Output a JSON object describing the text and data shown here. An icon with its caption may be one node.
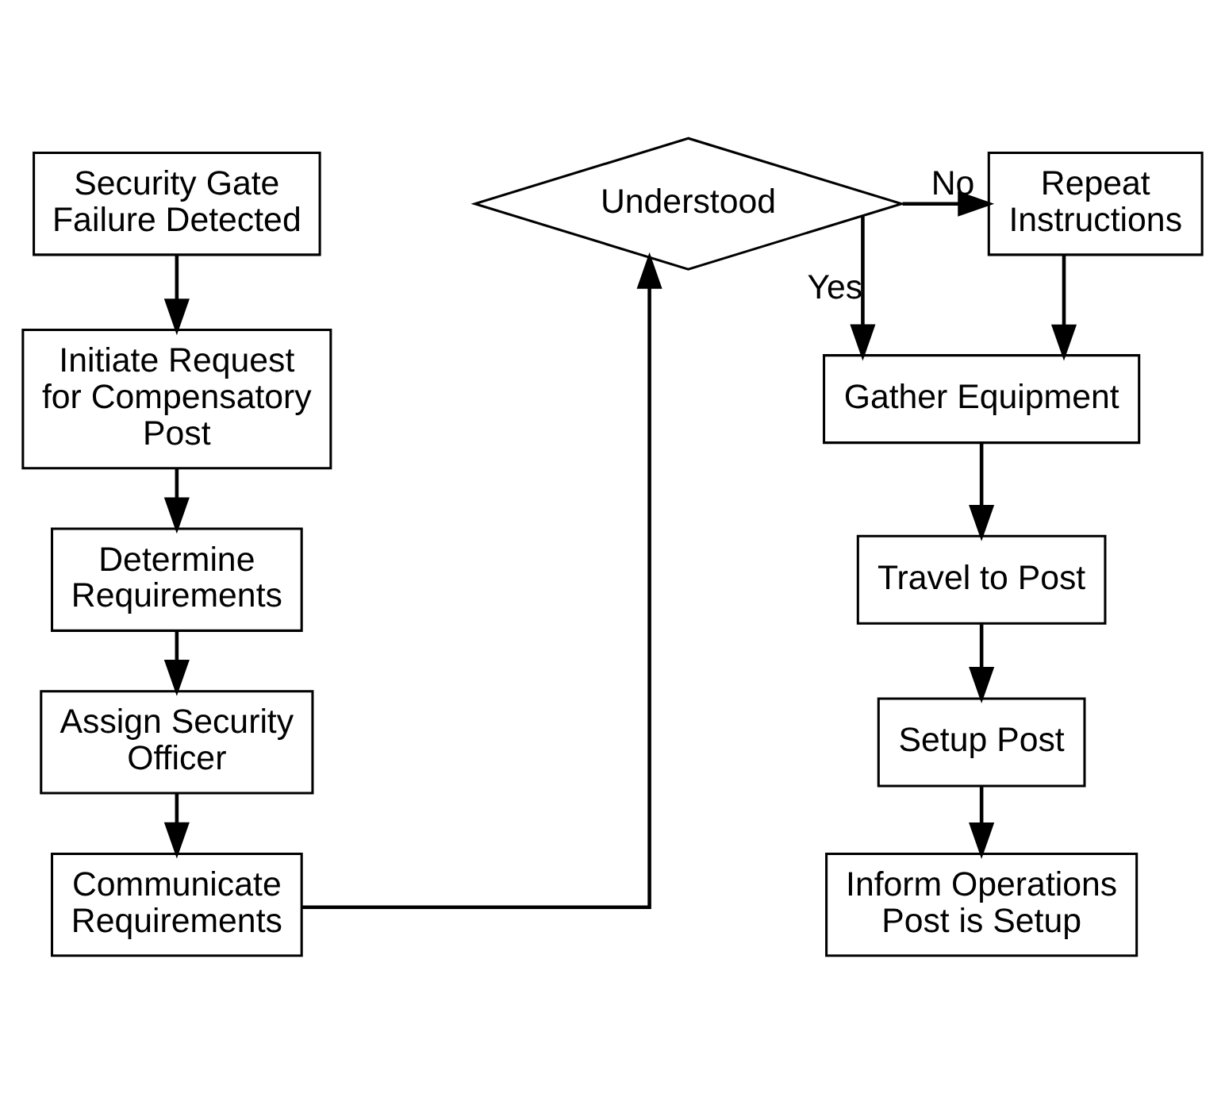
{
  "diagram": {
    "nodes": [
      {
        "text": [
          "Security Gate Failure Detected"
        ]
      },
      {
        "text": [
          "Initiate Request for Compensatory Post"
        ]
      },
      {
        "text": [
          "Determine Requirements"
        ]
      },
      {
        "text": [
          "Assign Security Officer"
        ]
      },
      {
        "text": [
          "Communicate Requirements"
        ]
      },
      {
        "text": [
          "Understood"
        ]
      },
      {
        "text": [
          "Repeat Instructions"
        ]
      },
      {
        "text": [
          "Gather Equipment"
        ]
      },
      {
        "text": [
          "Travel to Post"
        ]
      },
      {
        "text": [
          "Setup Post"
        ]
      },
      {
        "text": [
          "Inform Operations Post is Setup"
        ]
      }
    ],
    "edges": [
      {
        "from": 0,
        "to": 1,
        "arrow": "to"
      },
      {
        "from": 1,
        "to": 2,
        "arrow": "to"
      },
      {
        "from": 2,
        "to": 3,
        "arrow": "to"
      },
      {
        "from": 3,
        "to": 4,
        "arrow": "to"
      },
      {
        "from": 4,
        "to": 5,
        "arrow": "to"
      },
      {
        "from": 5,
        "to": 6,
        "arrow": "to",
        "label": "No"
      },
      {
        "from": 5,
        "to": 7,
        "arrow": "to",
        "label": "Yes"
      },
      {
        "from": 6,
        "to": 7,
        "arrow": "to"
      },
      {
        "from": 7,
        "to": 8,
        "arrow": "to"
      },
      {
        "from": 8,
        "to": 9,
        "arrow": "to"
      },
      {
        "from": 9,
        "to": 10,
        "arrow": "to"
      }
    ]
  }
}
